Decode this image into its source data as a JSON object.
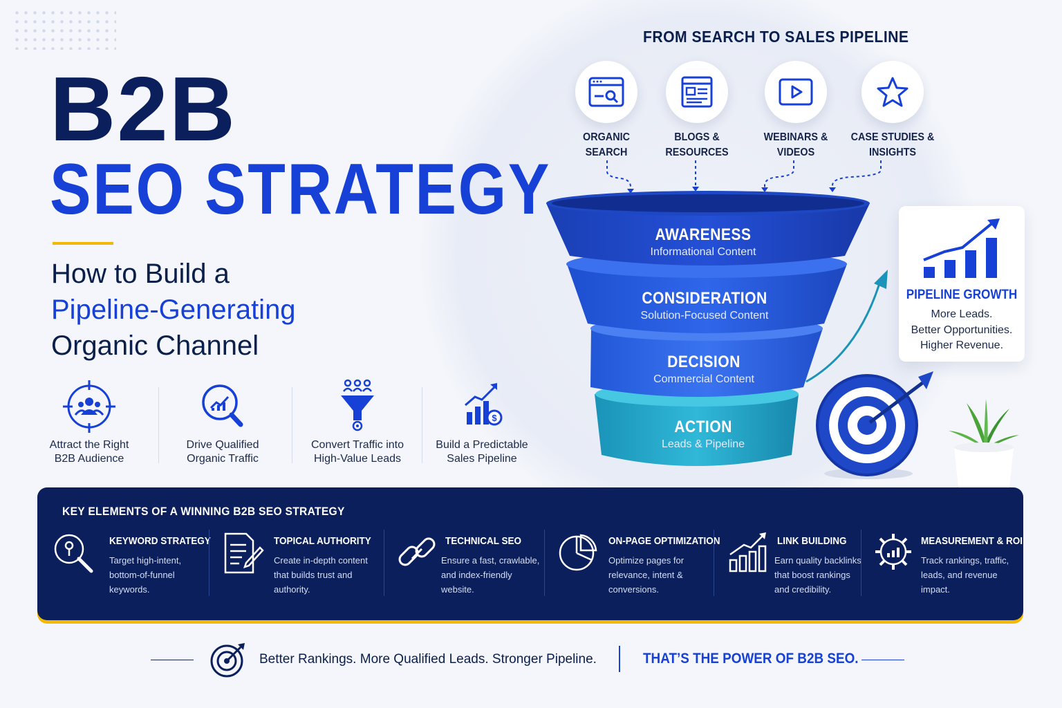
{
  "hero": {
    "title_line1": "B2B",
    "title_line2": "SEO STRATEGY",
    "subtitle_line1": "How to Build a",
    "subtitle_line2": "Pipeline-Generating",
    "subtitle_line3": "Organic Channel"
  },
  "benefits": [
    {
      "icon": "audience-target-icon",
      "line1": "Attract the Right",
      "line2": "B2B Audience"
    },
    {
      "icon": "search-chart-icon",
      "line1": "Drive Qualified",
      "line2": "Organic Traffic"
    },
    {
      "icon": "funnel-people-icon",
      "line1": "Convert Traffic into",
      "line2": "High-Value Leads"
    },
    {
      "icon": "growth-dollar-icon",
      "line1": "Build a Predictable",
      "line2": "Sales Pipeline"
    }
  ],
  "pipeline": {
    "title": "FROM SEARCH TO SALES PIPELINE",
    "sources": [
      {
        "icon": "browser-search-icon",
        "label": "ORGANIC\nSEARCH"
      },
      {
        "icon": "document-icon",
        "label": "BLOGS &\nRESOURCES"
      },
      {
        "icon": "video-play-icon",
        "label": "WEBINARS &\nVIDEOS"
      },
      {
        "icon": "star-icon",
        "label": "CASE STUDIES &\nINSIGHTS"
      }
    ],
    "stages": [
      {
        "title": "AWARENESS",
        "subtitle": "Informational Content"
      },
      {
        "title": "CONSIDERATION",
        "subtitle": "Solution-Focused Content"
      },
      {
        "title": "DECISION",
        "subtitle": "Commercial Content"
      },
      {
        "title": "ACTION",
        "subtitle": "Leads & Pipeline"
      }
    ],
    "growth": {
      "title": "PIPELINE GROWTH",
      "line1": "More Leads.",
      "line2": "Better Opportunities.",
      "line3": "Higher Revenue."
    }
  },
  "key_elements": {
    "title": "KEY ELEMENTS OF A WINNING B2B SEO STRATEGY",
    "items": [
      {
        "icon": "keyhole-search-icon",
        "title": "KEYWORD STRATEGY",
        "desc": "Target high-intent, bottom-of-funnel keywords."
      },
      {
        "icon": "document-pen-icon",
        "title": "TOPICAL AUTHORITY",
        "desc": "Create in-depth content that builds trust and authority."
      },
      {
        "icon": "link-icon",
        "title": "TECHNICAL SEO",
        "desc": "Ensure a fast, crawlable, and index-friendly website."
      },
      {
        "icon": "pie-chart-icon",
        "title": "ON-PAGE OPTIMIZATION",
        "desc": "Optimize pages for relevance, intent & conversions."
      },
      {
        "icon": "bar-growth-icon",
        "title": "LINK BUILDING",
        "desc": "Earn quality backlinks that boost rankings and credibility."
      },
      {
        "icon": "gear-chart-icon",
        "title": "MEASUREMENT & ROI",
        "desc": "Track rankings, traffic, leads, and revenue impact."
      }
    ]
  },
  "footer": {
    "left": "Better Rankings. More Qualified Leads. Stronger Pipeline.",
    "right": "THAT’S THE POWER OF B2B SEO."
  },
  "colors": {
    "navy": "#0b1f5c",
    "brand_blue": "#1741d6",
    "accent_yellow": "#f5b800",
    "teal": "#1fa6c4"
  }
}
